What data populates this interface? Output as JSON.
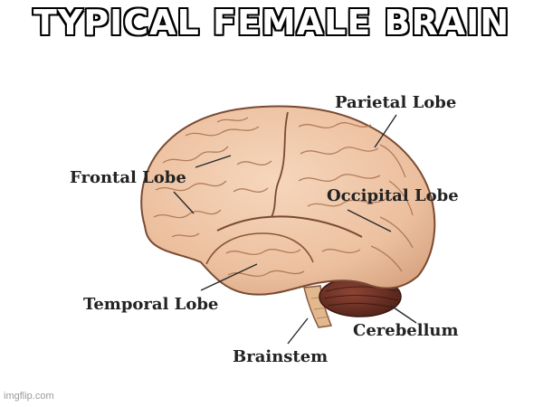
{
  "title": "TYPICAL FEMALE BRAIN",
  "labels": {
    "parietal": "Parietal Lobe",
    "frontal": "Frontal Lobe",
    "occipital": "Occipital Lobe",
    "temporal": "Temporal Lobe",
    "cerebellum": "Cerebellum",
    "brainstem": "Brainstem"
  },
  "watermark": "imgflip.com",
  "colors": {
    "brain_fill": "#efc7a6",
    "brain_outline": "#7a4a33",
    "cerebellum": "#6b2f22",
    "brainstem": "#e2b98f"
  }
}
